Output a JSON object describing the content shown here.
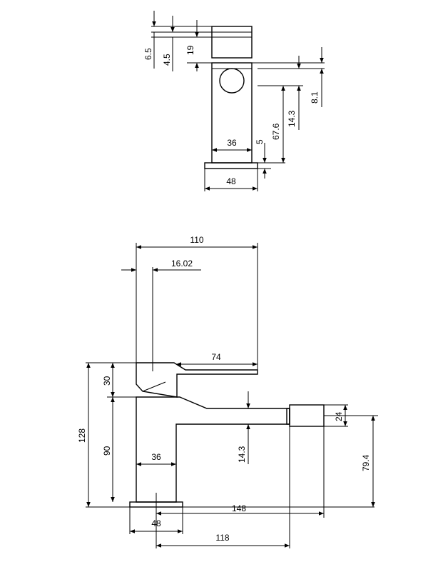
{
  "top_view": {
    "dims": {
      "d6_5": "6.5",
      "d4_5": "4.5",
      "d19": "19",
      "d8_1": "8.1",
      "d14_3": "14.3",
      "d67_6": "67.6",
      "d5": "5",
      "d36": "36",
      "d48": "48"
    }
  },
  "side_view": {
    "dims": {
      "d110": "110",
      "d16_02": "16.02",
      "d74": "74",
      "d30": "30",
      "d128": "128",
      "d90": "90",
      "d36": "36",
      "d14_3": "14.3",
      "d24": "24",
      "d79_4": "79.4",
      "d148": "148",
      "d48": "48",
      "d118": "118"
    }
  }
}
